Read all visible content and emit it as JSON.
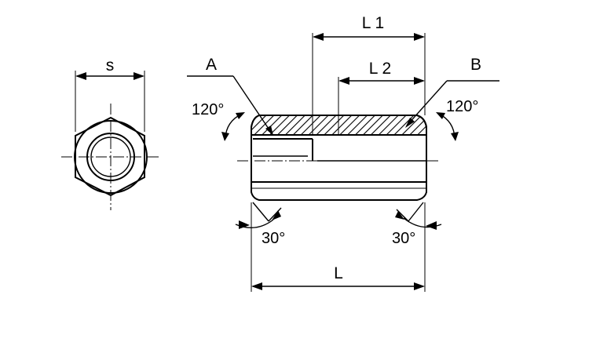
{
  "labels": {
    "s": "s",
    "L1": "L 1",
    "L2": "L 2",
    "L": "L",
    "A": "A",
    "B": "B",
    "angle_left_120": "120°",
    "angle_right_120": "120°",
    "angle_left_30": "30°",
    "angle_right_30": "30°"
  }
}
